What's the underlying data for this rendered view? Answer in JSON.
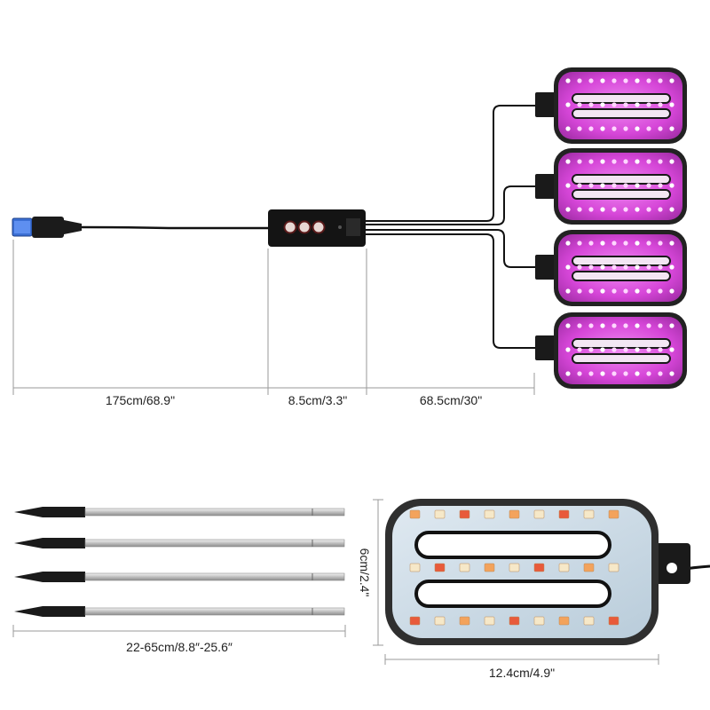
{
  "dimensions": {
    "usb_cable": "175cm/68.9\"",
    "controller": "8.5cm/3.3\"",
    "split_cable": "68.5cm/30\"",
    "stake_length": "22-65cm/8.8″-25.6″",
    "panel_height": "6cm/2.4\"",
    "panel_width": "12.4cm/4.9\""
  },
  "colors": {
    "led_glow": "#d646d8",
    "panel_frame": "#2b2b2b",
    "cable": "#111111",
    "dimension_line": "#9a9a9a",
    "stake_rod": "#c8c8c8",
    "stake_tip": "#1a1a1a"
  },
  "components": {
    "plug": "usb-plug-icon",
    "controller": "controller-box",
    "light_panel_count": 4,
    "stake_count": 4
  }
}
